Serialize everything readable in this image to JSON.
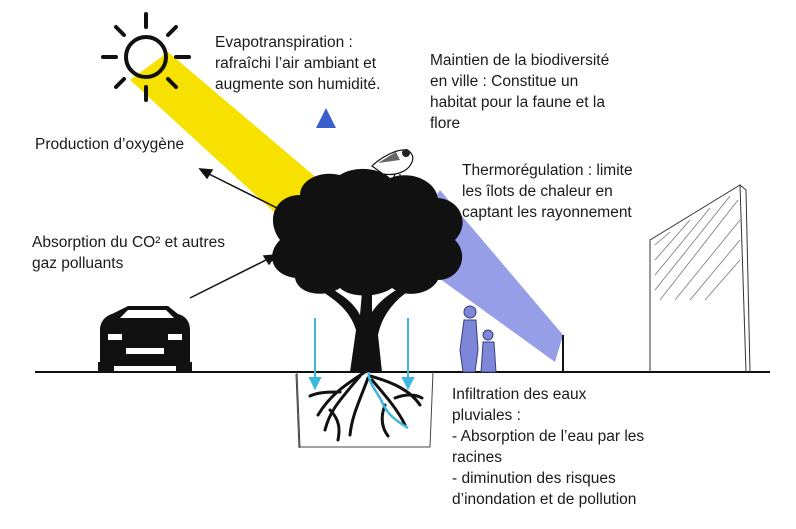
{
  "labels": {
    "evapo": {
      "line1": "Evapotranspiration :",
      "line2": "rafraîchi l’air ambiant et",
      "line3": "augmente son humidité."
    },
    "biodiversite": {
      "line1": "Maintien de la biodiversité",
      "line2": "en ville : Constitue un",
      "line3": "habitat pour la faune et la",
      "line4": "flore"
    },
    "oxygene": "Production d’oxygène",
    "thermo": {
      "line1": "Thermorégulation : limite",
      "line2": "les îlots de chaleur en",
      "line3": "captant les rayonnement"
    },
    "absorption": {
      "line1": "Absorption du CO² et autres",
      "line2": "gaz polluants"
    },
    "infiltration": {
      "line1": "Infiltration des eaux",
      "line2": "pluviales :",
      "line3": "- Absorption de l’eau par les",
      "line4": "racines",
      "line5": "- diminution des risques",
      "line6": "d’inondation et de pollution"
    }
  },
  "icons": [
    "sun-icon",
    "car-icon",
    "tree-icon",
    "bird-icon",
    "person-icon",
    "building-icon"
  ],
  "colors": {
    "sun_ray": "#f7e100",
    "heat_ray": "#8e96e6",
    "evapo_arrow": "#3a5fcd",
    "water": "#3fb6e0",
    "ink": "#111111"
  }
}
